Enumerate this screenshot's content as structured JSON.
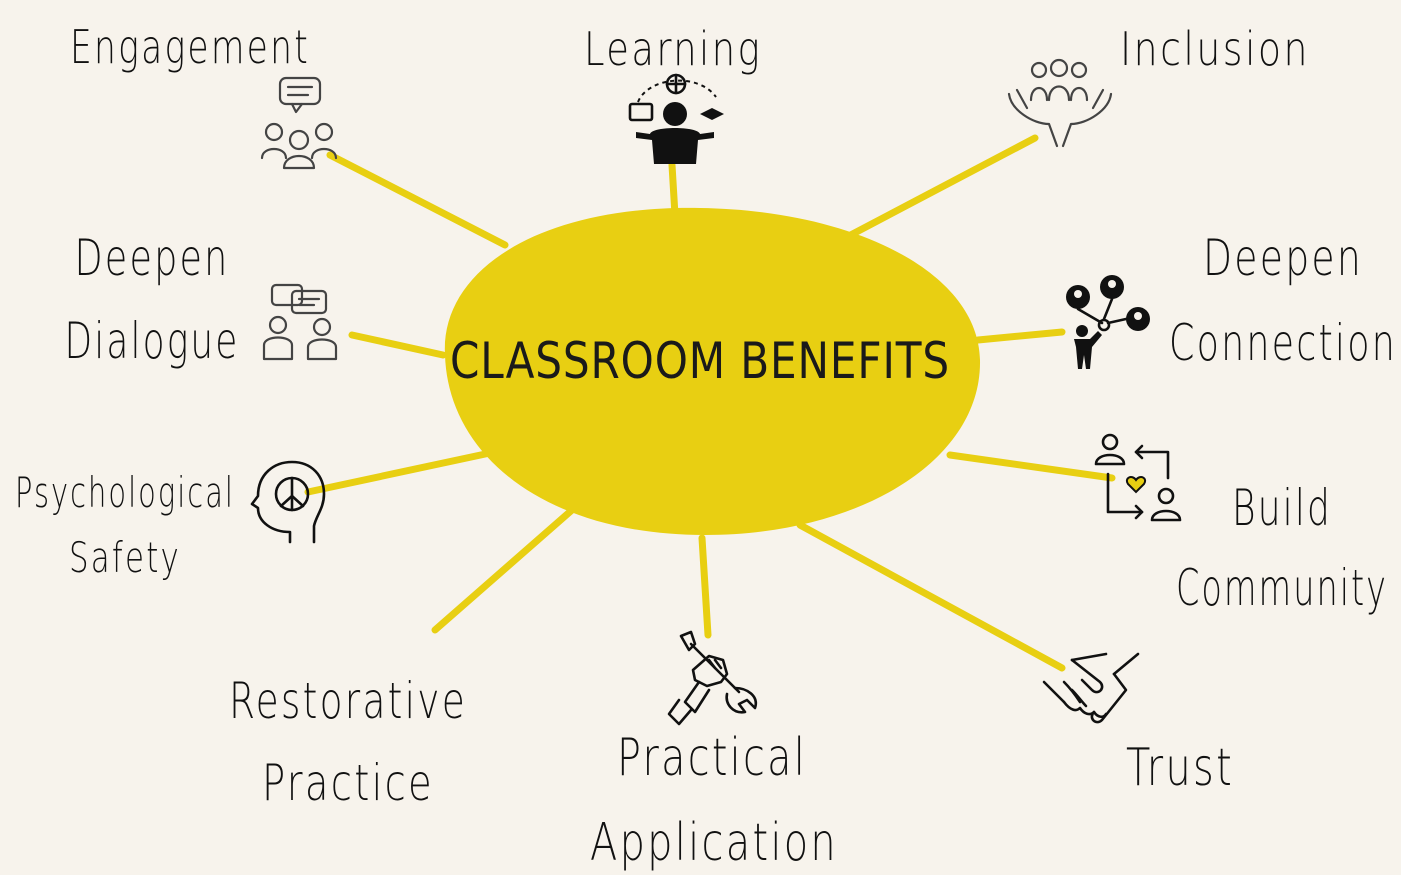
{
  "center": {
    "label": "CLASSROOM BENEFITS",
    "color": "#e8cf12"
  },
  "background_color": "#f7f3ec",
  "spoke_color": "#e8cf12",
  "nodes": [
    {
      "id": "engagement",
      "lines": [
        "Engagement"
      ],
      "icon": "group-chat-icon"
    },
    {
      "id": "learning",
      "lines": [
        "Learning"
      ],
      "icon": "learner-icon"
    },
    {
      "id": "inclusion",
      "lines": [
        "Inclusion"
      ],
      "icon": "hands-holding-people-icon"
    },
    {
      "id": "deepen-dialogue",
      "lines": [
        "Deepen",
        "Dialogue"
      ],
      "icon": "conversation-icon"
    },
    {
      "id": "deepen-connection",
      "lines": [
        "Deepen",
        "Connection"
      ],
      "icon": "network-people-icon"
    },
    {
      "id": "psychological-safety",
      "lines": [
        "Psychological",
        "Safety"
      ],
      "icon": "peace-head-icon"
    },
    {
      "id": "build-community",
      "lines": [
        "Build",
        "Community"
      ],
      "icon": "people-heart-exchange-icon"
    },
    {
      "id": "restorative-practice",
      "lines": [
        "Restorative",
        "Practice"
      ],
      "icon": ""
    },
    {
      "id": "practical-application",
      "lines": [
        "Practical",
        "Application"
      ],
      "icon": "hand-tools-icon"
    },
    {
      "id": "trust",
      "lines": [
        "Trust"
      ],
      "icon": "handshake-icon"
    }
  ]
}
